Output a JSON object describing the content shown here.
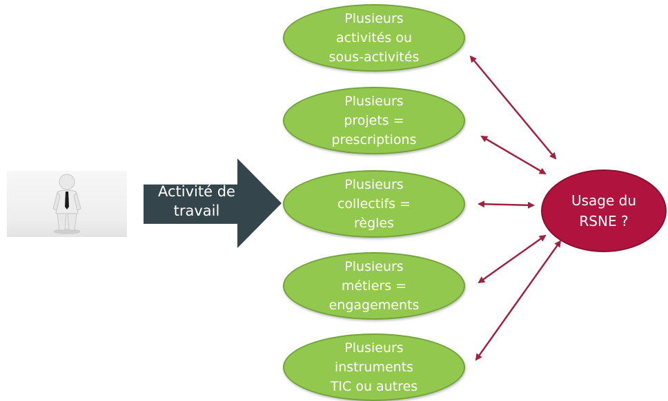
{
  "work_arrow": {
    "label": "Activité de\ntravail"
  },
  "target": {
    "label": "Usage du\nRSNE ?",
    "color": "#b0143e"
  },
  "nodes": [
    {
      "label": "Plusieurs\nactivités ou\nsous-activités"
    },
    {
      "label": "Plusieurs\nprojets =\nprescriptions"
    },
    {
      "label": "Plusieurs\ncollectifs =\nrègles"
    },
    {
      "label": "Plusieurs\nmétiers =\nengagements"
    },
    {
      "label": "Plusieurs\ninstruments\nTIC ou autres"
    }
  ],
  "colors": {
    "node_fill": "#93c84e",
    "arrow_fill": "#34464c",
    "connector": "#a0213f"
  },
  "icons": {
    "person": "businessman-figure-icon"
  }
}
